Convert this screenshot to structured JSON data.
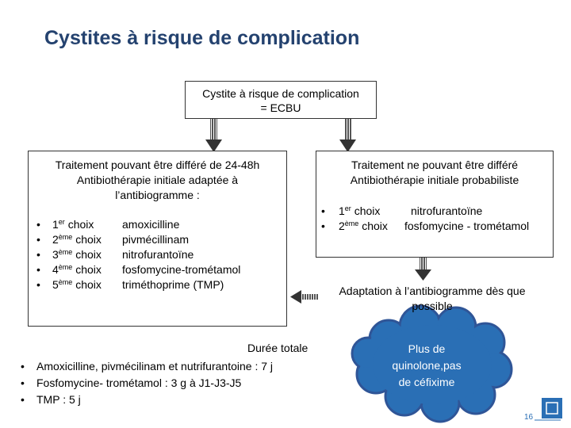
{
  "title": "Cystites à risque de complication",
  "top_box": {
    "line1": "Cystite à risque de complication",
    "line2": "= ECBU"
  },
  "left_box": {
    "title_line1": "Traitement pouvant être différé de 24-48h",
    "title_line2": "Antibiothérapie initiale adaptée à",
    "title_line3": "l’antibiogramme :",
    "rows": [
      {
        "num": "1",
        "sup": "er",
        "suffix": " choix",
        "drug": "amoxicilline"
      },
      {
        "num": "2",
        "sup": "ème",
        "suffix": " choix",
        "drug": "pivmécillinam"
      },
      {
        "num": "3",
        "sup": "ème",
        "suffix": " choix",
        "drug": "nitrofurantoïne"
      },
      {
        "num": "4",
        "sup": "ème",
        "suffix": " choix",
        "drug": "fosfomycine-trométamol"
      },
      {
        "num": "5",
        "sup": "ème",
        "suffix": " choix",
        "drug": "triméthoprime (TMP)"
      }
    ]
  },
  "right_box": {
    "title_line1": "Traitement ne pouvant être différé",
    "title_line2": "Antibiothérapie initiale probabiliste",
    "rows": [
      {
        "num": "1",
        "sup": "er",
        "suffix": " choix",
        "drug": "nitrofurantoïne"
      },
      {
        "num": "2",
        "sup": "ème",
        "suffix": " choix",
        "drug": "fosfomycine - trométamol"
      }
    ]
  },
  "adaptation": {
    "line1": "Adaptation à l’antibiogramme dès que",
    "line2": "possible"
  },
  "duree": {
    "title": "Durée totale",
    "items": [
      "Amoxicilline, pivmécilinam et nutrifurantoine : 7 j",
      "Fosfomycine- trométamol : 3 g à J1-J3-J5",
      "TMP : 5 j"
    ]
  },
  "cloud": {
    "line1": "Plus de",
    "line2": "quinolone,pas",
    "line3": "de céfixime"
  },
  "page_number": "16",
  "colors": {
    "title": "#24426f",
    "cloud_fill": "#2a6fb5",
    "cloud_border": "#2f5597",
    "arrow": "#333333"
  }
}
